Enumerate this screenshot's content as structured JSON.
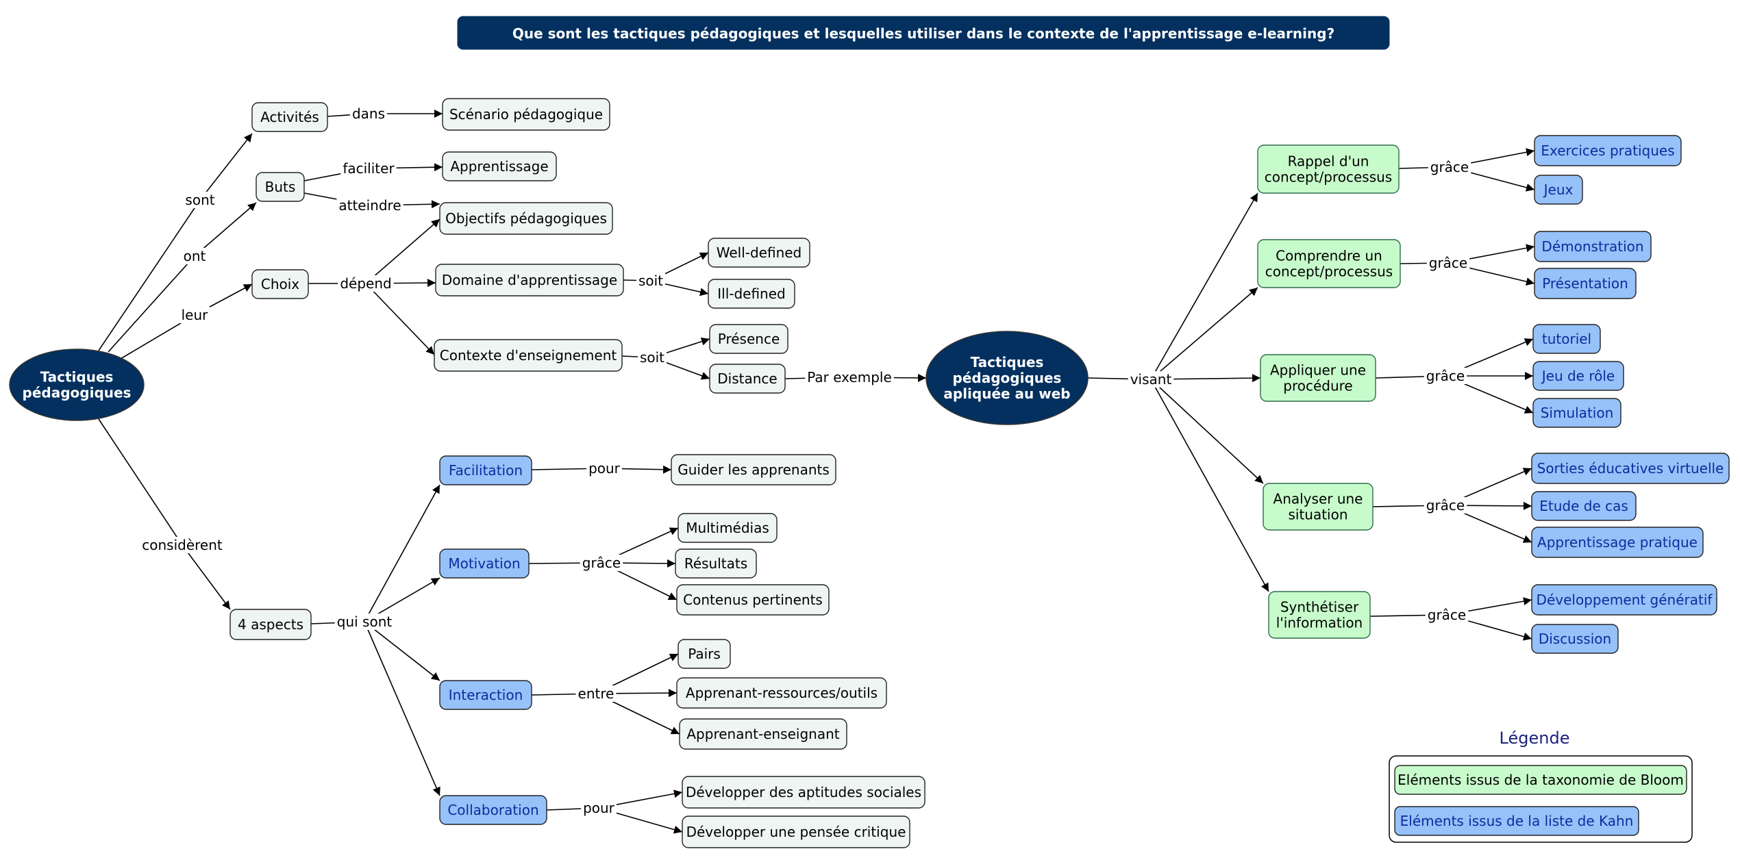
{
  "title": "Que sont les tactiques pédagogiques et lesquelles utiliser dans le contexte de l'apprentissage e-learning?",
  "colors": {
    "dark": "#03305F",
    "pale": "#EEF5F3",
    "green": "#C8FBCB",
    "blue": "#96C1F9",
    "blue_text": "#0D2C9C",
    "line": "#000000"
  },
  "nodes": {
    "tactiques": [
      "Tactiques",
      "pédagogiques"
    ],
    "activites": "Activités",
    "buts": "Buts",
    "choix": "Choix",
    "scenario": "Scénario pédagogique",
    "apprentissage": "Apprentissage",
    "objectifs": "Objectifs pédagogiques",
    "domaine": "Domaine d'apprentissage",
    "contexte": "Contexte d'enseignement",
    "welldefined": "Well-defined",
    "illdefined": "Ill-defined",
    "presence": "Présence",
    "distance": "Distance",
    "web": [
      "Tactiques",
      "pédagogiques",
      "apliquée au web"
    ],
    "aspects": "4 aspects",
    "facilitation": "Facilitation",
    "motivation": "Motivation",
    "interaction": "Interaction",
    "collaboration": "Collaboration",
    "guider": "Guider les apprenants",
    "multimedias": "Multimédias",
    "resultats": "Résultats",
    "contenus": "Contenus pertinents",
    "pairs": "Pairs",
    "ressources": "Apprenant-ressources/outils",
    "enseignant": "Apprenant-enseignant",
    "aptitudes": "Développer des aptitudes sociales",
    "pensee": "Développer une pensée critique",
    "rappel": [
      "Rappel d'un",
      "concept/processus"
    ],
    "comprendre": [
      "Comprendre un",
      "concept/processus"
    ],
    "appliquer": [
      "Appliquer une",
      "procédure"
    ],
    "analyser": [
      "Analyser une",
      "situation"
    ],
    "synthetiser": [
      "Synthétiser",
      "l'information"
    ],
    "exercices": "Exercices pratiques",
    "jeux": "Jeux",
    "demonstration": "Démonstration",
    "presentation": "Présentation",
    "tutoriel": "tutoriel",
    "jeuderole": "Jeu de rôle",
    "simulation": "Simulation",
    "sorties": "Sorties éducatives virtuelle",
    "etudedecas": "Etude de cas",
    "apppratique": "Apprentissage pratique",
    "devgen": "Développement génératif",
    "discussion": "Discussion"
  },
  "links": {
    "sont": "sont",
    "ont": "ont",
    "leur": "leur",
    "considerent": "considèrent",
    "dans": "dans",
    "faciliter": "faciliter",
    "atteindre": "atteindre",
    "depend": "dépend",
    "soit1": "soit",
    "soit2": "soit",
    "par_exemple": "Par exemple",
    "qui_sont": "qui sont",
    "pour1": "pour",
    "grace_motivation": "grâce",
    "entre": "entre",
    "pour2": "pour",
    "visant": "visant",
    "grace1": "grâce",
    "grace2": "grâce",
    "grace3": "grâce",
    "grace4": "grâce",
    "grace5": "grâce"
  },
  "legend": {
    "title": "Légende",
    "bloom": "Eléments issus de la taxonomie de Bloom",
    "kahn": "Eléments issus de la liste de Kahn"
  }
}
